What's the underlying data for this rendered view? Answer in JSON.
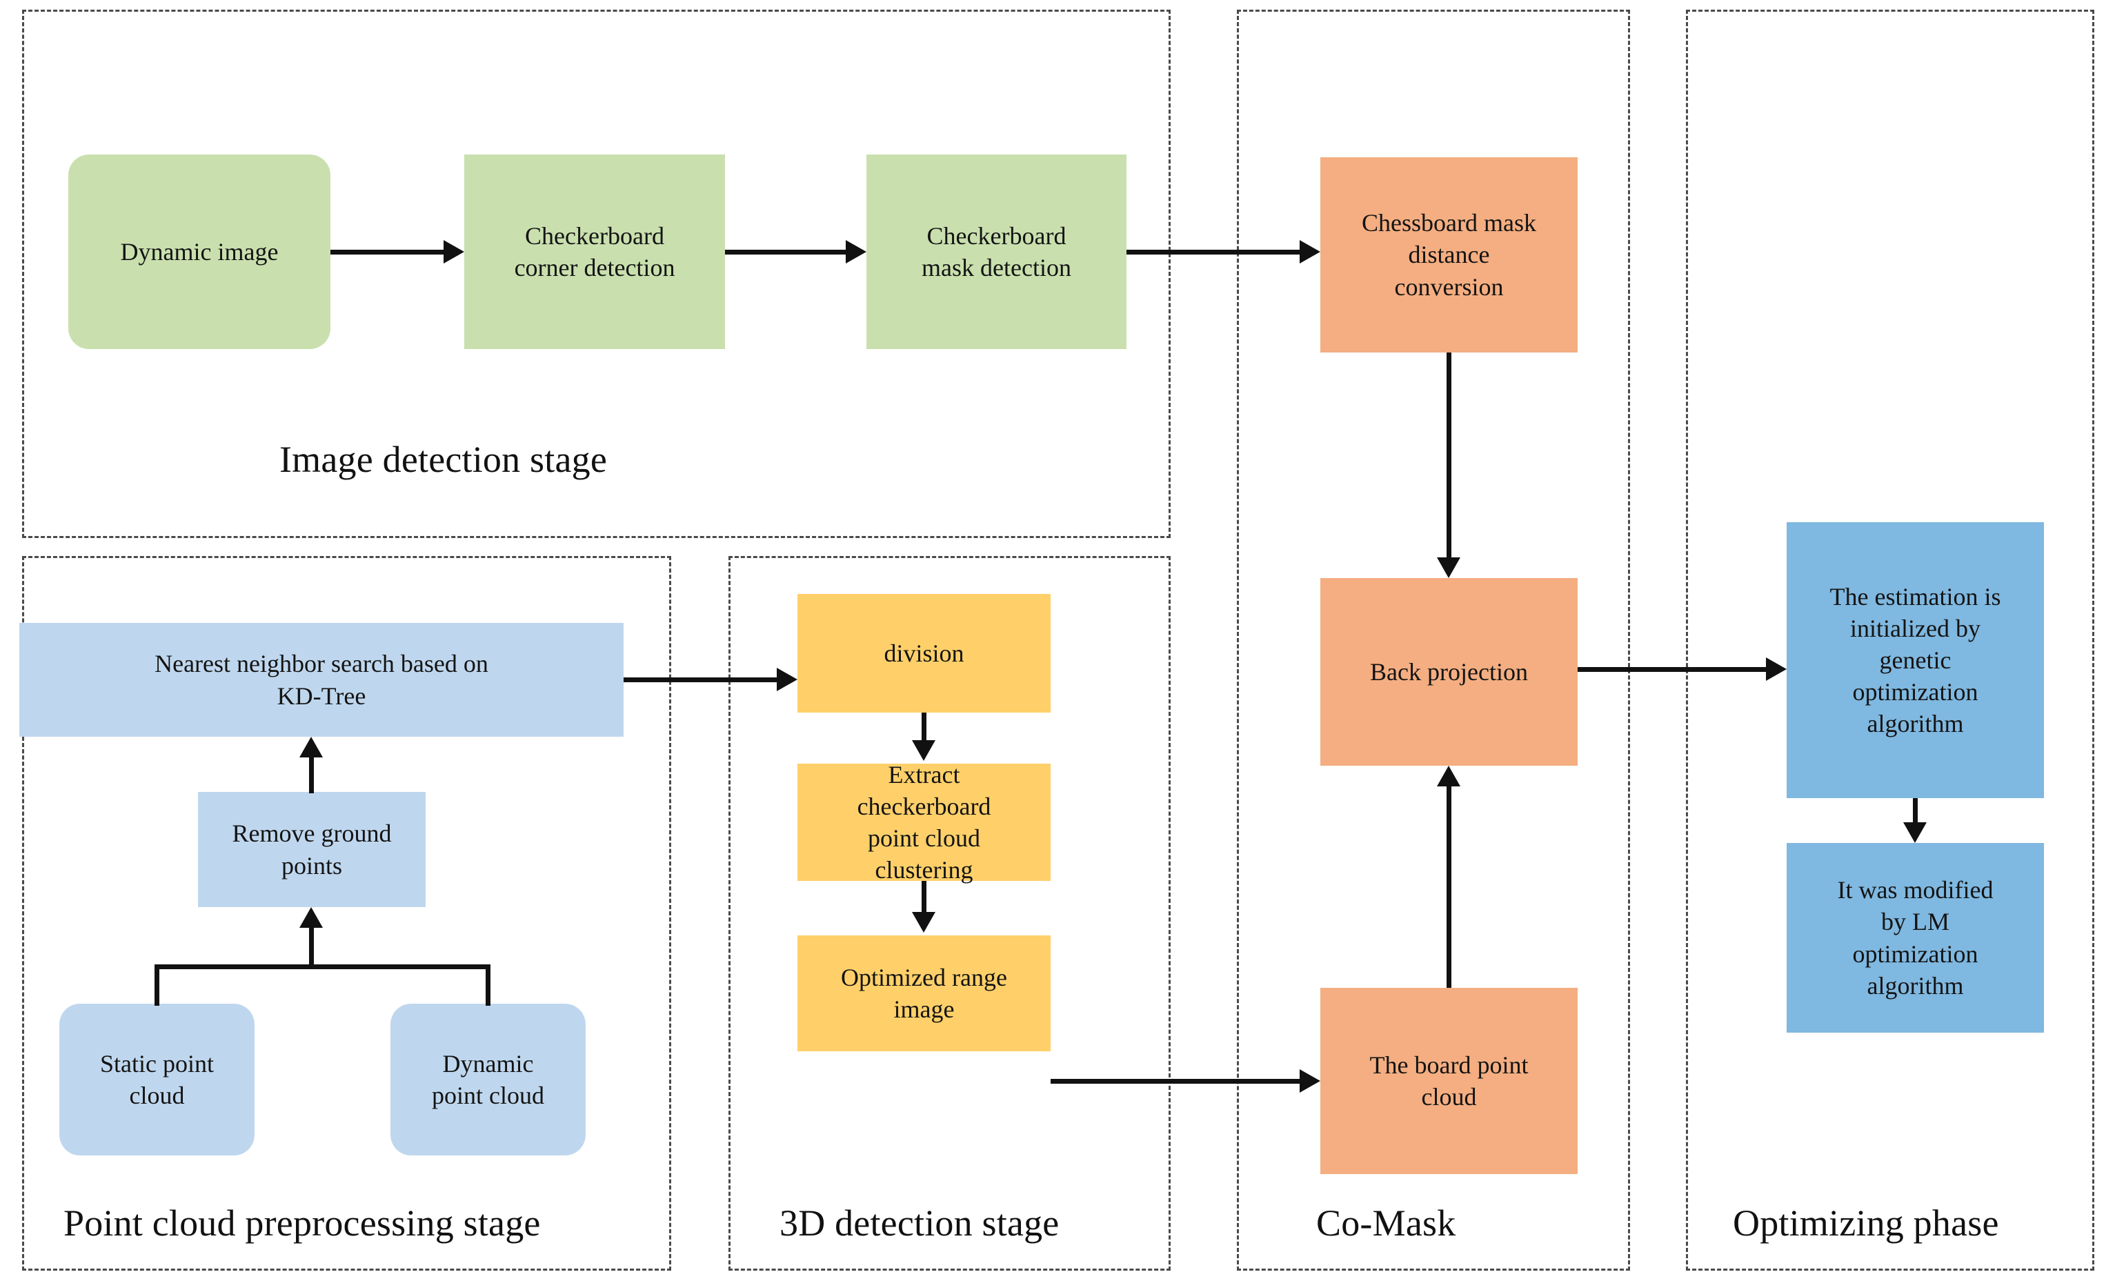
{
  "diagram": {
    "title": "LiDAR-camera calibration pipeline flowchart",
    "colors": {
      "green": "#c9e0ae",
      "orange": "#f4ae81",
      "yellow": "#ffd069",
      "light_blue": "#bfd7ee",
      "dark_blue": "#7fb8e0",
      "line": "#111111",
      "panel_border": "#4a4a4a",
      "background": "#ffffff"
    },
    "panels": [
      {
        "id": "image-detection",
        "label": "Image detection stage"
      },
      {
        "id": "point-cloud-preprocess",
        "label": "Point cloud preprocessing stage"
      },
      {
        "id": "three-d-detection",
        "label": "3D detection stage"
      },
      {
        "id": "co-mask",
        "label": "Co-Mask"
      },
      {
        "id": "optimizing",
        "label": "Optimizing phase"
      }
    ],
    "nodes": {
      "dynamic_image": "Dynamic image",
      "checkerboard_corner": "Checkerboard\ncorner detection",
      "checkerboard_mask": "Checkerboard\nmask detection",
      "chessboard_distance": "Chessboard mask\ndistance\nconversion",
      "back_projection": "Back projection",
      "board_point_cloud": "The board point\ncloud",
      "kd_tree_search": "Nearest neighbor search based on\nKD-Tree",
      "remove_ground": "Remove ground\npoints",
      "static_point_cloud": "Static point\ncloud",
      "dynamic_point_cloud": "Dynamic\npoint cloud",
      "division": "division",
      "extract_cluster": "Extract\ncheckerboard\npoint cloud\nclustering",
      "optimized_range_image": "Optimized range\nimage",
      "genetic_init": "The estimation is\ninitialized by\ngenetic\noptimization\nalgorithm",
      "lm_modified": "It was modified\nby LM\noptimization\nalgorithm"
    }
  }
}
